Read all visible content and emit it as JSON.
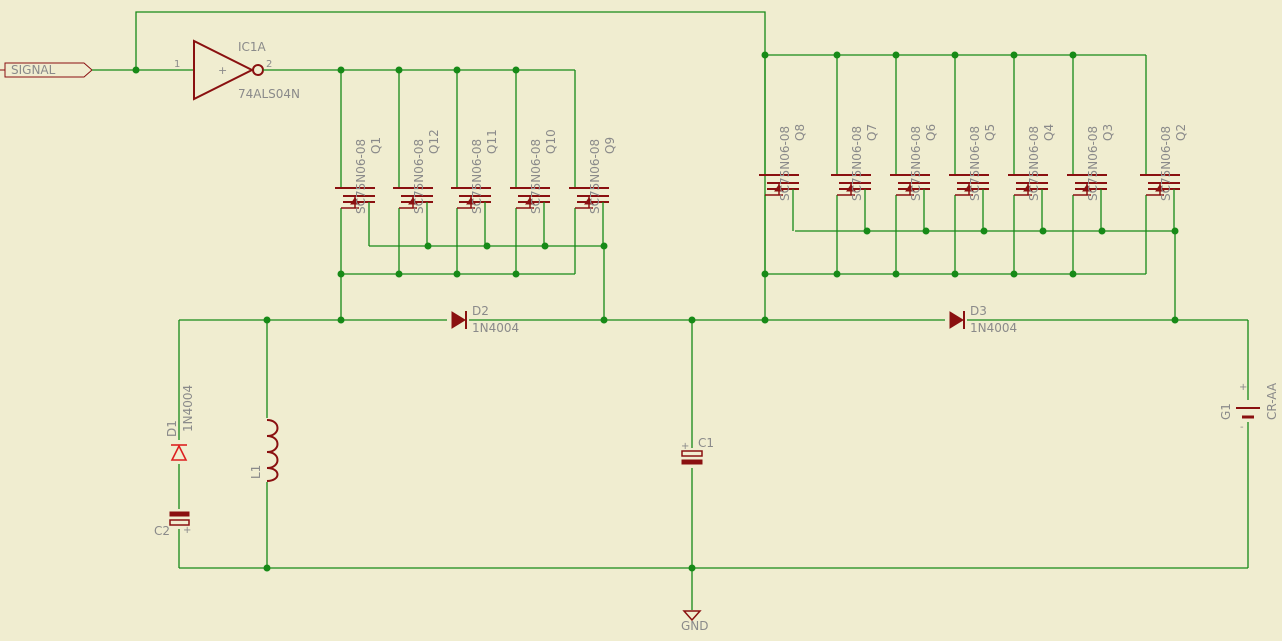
{
  "signal_port": {
    "label": "SIGNAL"
  },
  "inverter": {
    "name": "IC1A",
    "value": "74ALS04N",
    "pin_in": "1",
    "pin_out": "2",
    "plus": "+"
  },
  "mosfet_value": "SC75N06-08",
  "left_bank": [
    "Q1",
    "Q12",
    "Q11",
    "Q10",
    "Q9"
  ],
  "right_bank": [
    "Q8",
    "Q7",
    "Q6",
    "Q5",
    "Q4",
    "Q3",
    "Q2"
  ],
  "diodes": {
    "d2": {
      "name": "D2",
      "value": "1N4004"
    },
    "d3": {
      "name": "D3",
      "value": "1N4004"
    },
    "d1": {
      "name": "D1",
      "value": "1N4004"
    }
  },
  "caps": {
    "c1": {
      "name": "C1",
      "plus": "+"
    },
    "c2": {
      "name": "C2",
      "plus": "+"
    }
  },
  "inductor": {
    "name": "L1"
  },
  "battery": {
    "name": "G1",
    "value": "CR-AA",
    "plus": "+",
    "minus": "-"
  },
  "ground": {
    "label": "GND"
  },
  "colors": {
    "background": "#f0edd0",
    "wire": "#178a17",
    "symbol": "#8a1010",
    "text": "#8a8a8a",
    "diode": "#dd2020"
  }
}
